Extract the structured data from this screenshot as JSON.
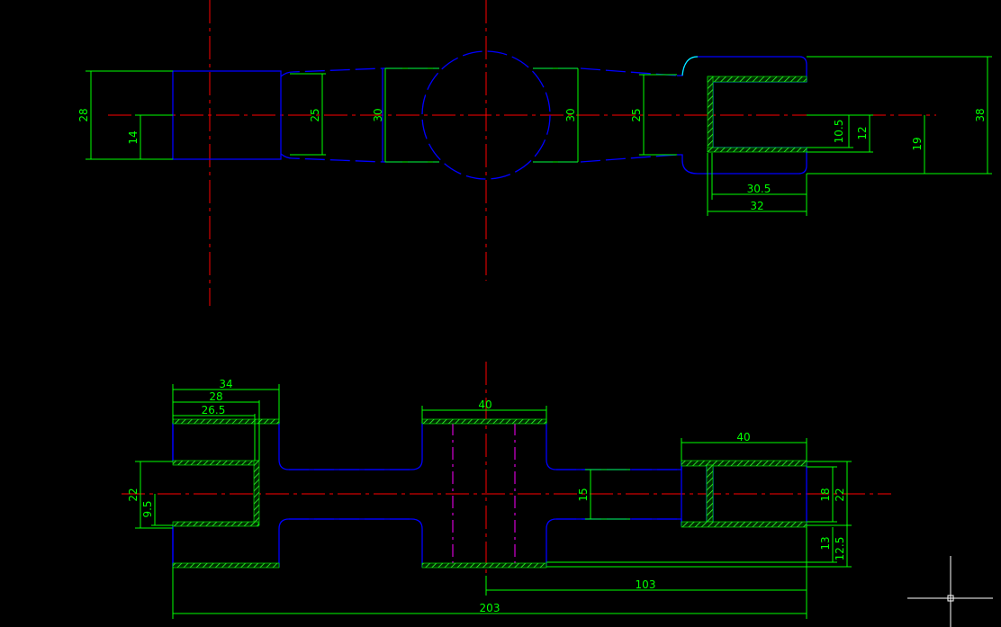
{
  "view": {
    "background": "#000000",
    "colors": {
      "object": "#0000ff",
      "center": "#ff0000",
      "hidden": "#ff00ff",
      "dimension": "#00ff00",
      "accent": "#00ffff",
      "cursor": "#ffffff"
    }
  },
  "top_view": {
    "dims": {
      "d28": "28",
      "d14": "14",
      "d25a": "25",
      "d30a": "30",
      "d30b": "30",
      "d25b": "25",
      "d10_5": "10.5",
      "d12": "12",
      "d19": "19",
      "d38": "38",
      "d30_5": "30.5",
      "d32": "32"
    }
  },
  "front_view": {
    "dims": {
      "d34": "34",
      "d28": "28",
      "d26_5": "26.5",
      "d40a": "40",
      "d40b": "40",
      "d22a": "22",
      "d9_5": "9.5",
      "d15": "15",
      "d18": "18",
      "d22b": "22",
      "d13": "13",
      "d12_5": "12.5",
      "d103": "103",
      "d203": "203"
    }
  },
  "cursor": {
    "icon": "crosshair-cursor-icon"
  }
}
